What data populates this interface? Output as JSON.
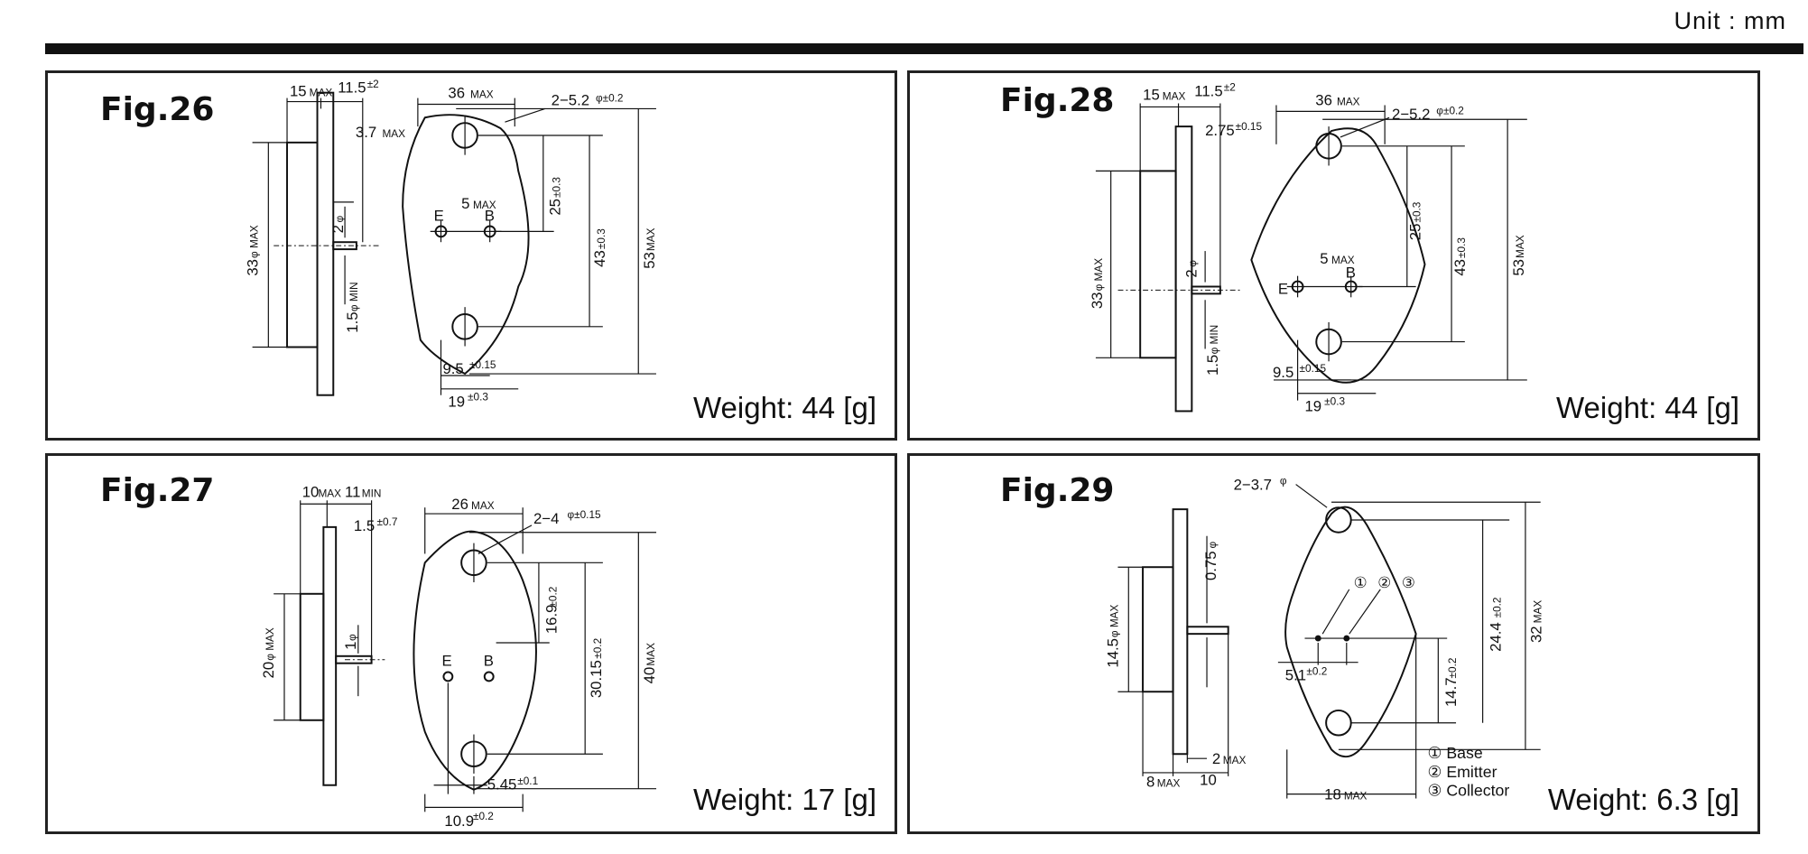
{
  "unit_label": "Unit : mm",
  "figures": [
    {
      "id": "fig26",
      "label": "Fig.26",
      "weight": "Weight: 44 [g]",
      "dims": {
        "d1": "15",
        "d1s": "MAX",
        "d2": "11.5",
        "d2s": "±2",
        "d3": "3.7",
        "d3s": "MAX",
        "d4": "33",
        "d4s": "φ MAX",
        "d5": "2",
        "d5s": "φ",
        "d6": "1.5",
        "d6s": "φ MIN",
        "d7": "36",
        "d7s": "MAX",
        "d8": "2−5.2",
        "d8s": "φ±0.2",
        "d9": "5",
        "d9s": "MAX",
        "d10": "25",
        "d10s": "±0.3",
        "d11": "43",
        "d11s": "±0.3",
        "d12": "53",
        "d12s": "MAX",
        "d13": "9.5",
        "d13s": "±0.15",
        "d14": "19",
        "d14s": "±0.3",
        "pin_e": "E",
        "pin_b": "B"
      }
    },
    {
      "id": "fig28",
      "label": "Fig.28",
      "weight": "Weight: 44 [g]",
      "dims": {
        "d1": "15",
        "d1s": "MAX",
        "d2": "11.5",
        "d2s": "±2",
        "d3": "2.75",
        "d3s": "±0.15",
        "d4": "33",
        "d4s": "φ MAX",
        "d5": "2",
        "d5s": "φ",
        "d6": "1.5",
        "d6s": "φ MIN",
        "d7": "36",
        "d7s": "MAX",
        "d8": "2−5.2",
        "d8s": "φ±0.2",
        "d9": "5",
        "d9s": "MAX",
        "d10": "25",
        "d10s": "±0.3",
        "d11": "43",
        "d11s": "±0.3",
        "d12": "53",
        "d12s": "MAX",
        "d13": "9.5",
        "d13s": "±0.15",
        "d14": "19",
        "d14s": "±0.3",
        "pin_e": "E",
        "pin_b": "B"
      }
    },
    {
      "id": "fig27",
      "label": "Fig.27",
      "weight": "Weight: 17 [g]",
      "dims": {
        "d1": "10",
        "d1s": "MAX",
        "d2": "11",
        "d2s": "MIN",
        "d3": "1.5",
        "d3s": "±0.7",
        "d4": "20",
        "d4s": "φ MAX",
        "d5": "1",
        "d5s": "φ",
        "d7": "26",
        "d7s": "MAX",
        "d8": "2−4",
        "d8s": "φ±0.15",
        "d10": "16.9",
        "d10s": "±0.2",
        "d11": "30.15",
        "d11s": "±0.2",
        "d12": "40",
        "d12s": "MAX",
        "d13": "5.45",
        "d13s": "±0.1",
        "d14": "10.9",
        "d14s": "±0.2",
        "pin_e": "E",
        "pin_b": "B"
      }
    },
    {
      "id": "fig29",
      "label": "Fig.29",
      "weight": "Weight: 6.3 [g]",
      "dims": {
        "d1": "14.5",
        "d1s": "φ MAX",
        "d2": "0.75",
        "d2s": "φ",
        "d3": "2",
        "d3s": "MAX",
        "d4": "8",
        "d4s": "MAX",
        "d5": "10",
        "d8": "2−3.7",
        "d8s": "φ",
        "d10": "5.1",
        "d10s": "±0.2",
        "d11": "14.7",
        "d11s": "±0.2",
        "d12": "24.4",
        "d12s": "±0.2",
        "d13": "32",
        "d13s": "MAX",
        "d14": "18",
        "d14s": "MAX",
        "pin1": "①",
        "pin2": "②",
        "pin3": "③"
      },
      "legend": [
        "① Base",
        "② Emitter",
        "③ Collector"
      ]
    }
  ]
}
